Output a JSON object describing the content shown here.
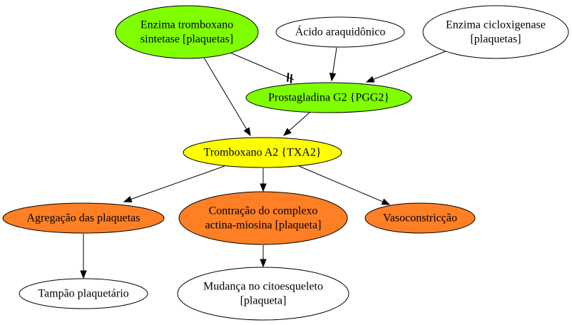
{
  "diagram": {
    "nodes": [
      {
        "id": "tx_synthase",
        "lines": [
          "Enzima tromboxano",
          "sintetase [plaquetas]"
        ],
        "fill": "#7fff00"
      },
      {
        "id": "arachidonic",
        "lines": [
          "Ácido araquidônico"
        ],
        "fill": "#ffffff"
      },
      {
        "id": "cox",
        "lines": [
          "Enzima cicloxigenase",
          "[plaquetas]"
        ],
        "fill": "#ffffff"
      },
      {
        "id": "pgg2",
        "lines": [
          "Prostagladina G2 {PGG2}"
        ],
        "fill": "#7fff00"
      },
      {
        "id": "txa2",
        "lines": [
          "Tromboxano A2 {TXA2}"
        ],
        "fill": "#ffff00"
      },
      {
        "id": "aggregation",
        "lines": [
          "Agregação das plaquetas"
        ],
        "fill": "#ff7f24"
      },
      {
        "id": "contraction",
        "lines": [
          "Contração do complexo",
          "actina-miosina [plaqueta]"
        ],
        "fill": "#ff7f24"
      },
      {
        "id": "vasoconstriction",
        "lines": [
          "Vasoconstricção"
        ],
        "fill": "#ff7f24"
      },
      {
        "id": "plug",
        "lines": [
          "Tampão plaquetário"
        ],
        "fill": "#ffffff"
      },
      {
        "id": "cytoskeleton",
        "lines": [
          "Mudança no citoesqueleto",
          "[plaqueta]"
        ],
        "fill": "#ffffff"
      }
    ],
    "edges": [
      {
        "from": "tx_synthase",
        "to": "pgg2",
        "style": "inhibit"
      },
      {
        "from": "arachidonic",
        "to": "pgg2",
        "style": "arrow"
      },
      {
        "from": "cox",
        "to": "pgg2",
        "style": "arrow"
      },
      {
        "from": "tx_synthase",
        "to": "txa2",
        "style": "arrow"
      },
      {
        "from": "pgg2",
        "to": "txa2",
        "style": "arrow"
      },
      {
        "from": "txa2",
        "to": "aggregation",
        "style": "arrow"
      },
      {
        "from": "txa2",
        "to": "contraction",
        "style": "arrow"
      },
      {
        "from": "txa2",
        "to": "vasoconstriction",
        "style": "arrow"
      },
      {
        "from": "aggregation",
        "to": "plug",
        "style": "arrow"
      },
      {
        "from": "contraction",
        "to": "cytoskeleton",
        "style": "arrow"
      }
    ]
  }
}
